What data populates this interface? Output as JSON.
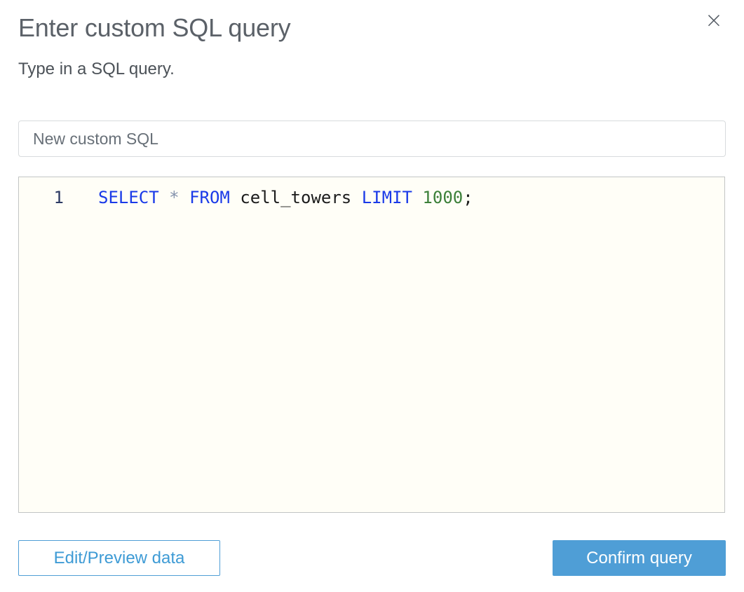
{
  "dialog": {
    "title": "Enter custom SQL query",
    "subtitle": "Type in a SQL query."
  },
  "icons": {
    "close": "×"
  },
  "name_input": {
    "value": "New custom SQL"
  },
  "editor": {
    "line_number": "1",
    "query": "SELECT * FROM cell_towers LIMIT 1000;",
    "tokens": [
      {
        "text": "SELECT",
        "type": "keyword"
      },
      {
        "text": " ",
        "type": "plain"
      },
      {
        "text": "*",
        "type": "operator"
      },
      {
        "text": " ",
        "type": "plain"
      },
      {
        "text": "FROM",
        "type": "keyword"
      },
      {
        "text": " ",
        "type": "plain"
      },
      {
        "text": "cell_towers",
        "type": "identifier"
      },
      {
        "text": " ",
        "type": "plain"
      },
      {
        "text": "LIMIT",
        "type": "keyword"
      },
      {
        "text": " ",
        "type": "plain"
      },
      {
        "text": "1000",
        "type": "number"
      },
      {
        "text": ";",
        "type": "punct"
      }
    ]
  },
  "footer": {
    "edit_preview_label": "Edit/Preview data",
    "confirm_label": "Confirm query"
  },
  "colors": {
    "accent_blue": "#4f9ed6",
    "button_text_blue": "#3e9bd5",
    "keyword_blue": "#1a3ae8",
    "number_green": "#3c8039",
    "operator_slate": "#8593ad",
    "heading_gray": "#5b6168",
    "editor_background": "#fffef7"
  }
}
